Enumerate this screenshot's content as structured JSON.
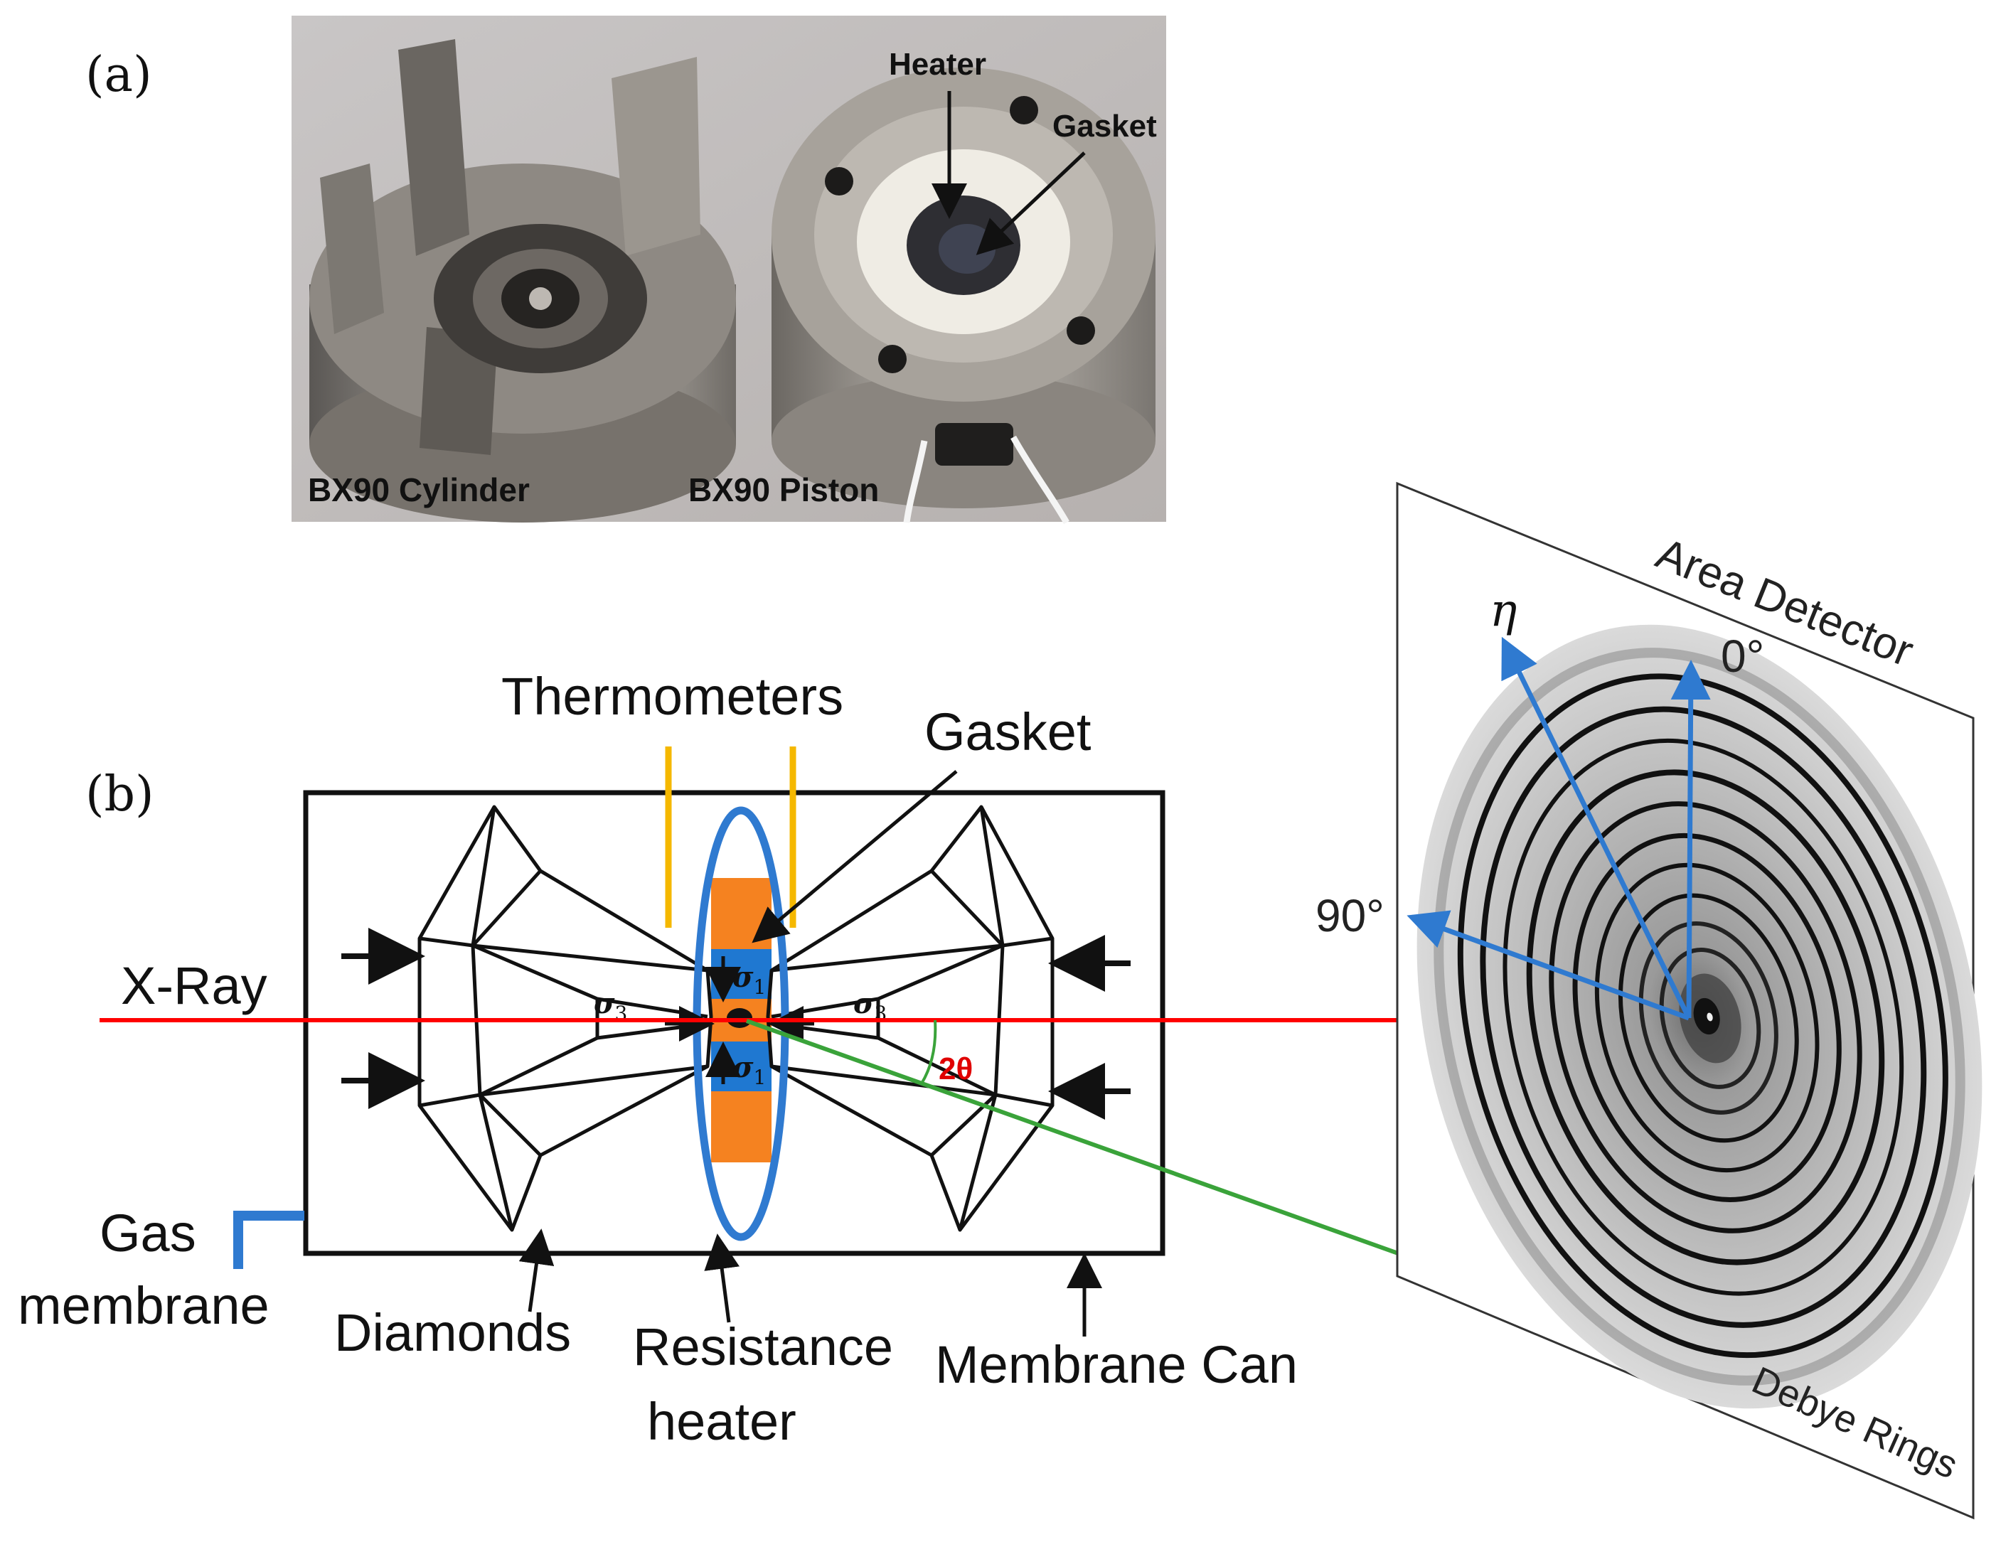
{
  "panel_a": {
    "label": "(a)",
    "photo_labels": {
      "heater": "Heater",
      "gasket": "Gasket",
      "cylinder": "BX90 Cylinder",
      "piston": "BX90 Piston"
    }
  },
  "panel_b": {
    "label": "(b)",
    "labels": {
      "thermometers": "Thermometers",
      "gasket": "Gasket",
      "xray": "X-Ray",
      "gas_membrane_line1": "Gas",
      "gas_membrane_line2": "membrane",
      "diamonds": "Diamonds",
      "resistance_heater_line1": "Resistance",
      "resistance_heater_line2": "heater",
      "membrane_can": "Membrane Can",
      "sigma": "σ",
      "sigma1_sub": "1",
      "sigma3_sub": "3",
      "two_theta": "2θ"
    }
  },
  "detector": {
    "area_detector": "Area Detector",
    "debye_rings": "Debye Rings",
    "eta": "η",
    "zero_deg": "0°",
    "ninety_deg": "90°"
  },
  "colors": {
    "xray_beam": "#ff0000",
    "diffracted_beam": "#3aa33a",
    "gasket_ring": "#2f7ad0",
    "heater": "#f58220",
    "thermometer": "#f5b800",
    "sigma_box": "#1f78d1",
    "detector_arrows": "#2f7ad0",
    "two_theta_label": "#e00000"
  }
}
